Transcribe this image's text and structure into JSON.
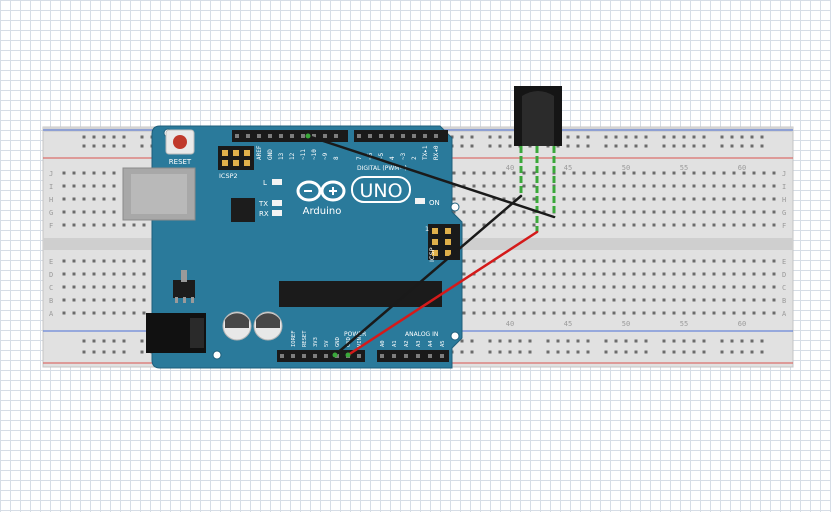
{
  "board": {
    "brand": "Arduino",
    "model": "UNO",
    "reset_label": "RESET",
    "icsp2_label": "ICSP2",
    "icsp_label": "ICSP",
    "icsp_pin1": "1",
    "led_l": "L",
    "led_tx": "TX",
    "led_rx": "RX",
    "on_label": "ON",
    "digital_label": "DIGITAL (PWM~)",
    "power_label": "POWER",
    "analog_label": "ANALOG IN",
    "digital_pins": [
      "AREF",
      "GND",
      "13",
      "12",
      "~11",
      "~10",
      "~9",
      "8",
      "7",
      "~6",
      "~5",
      "4",
      "~3",
      "2",
      "TX▸1",
      "RX◂0"
    ],
    "power_pins": [
      "IOREF",
      "RESET",
      "3V3",
      "5V",
      "GND",
      "GND",
      "VIN"
    ],
    "analog_pins": [
      "A0",
      "A1",
      "A2",
      "A3",
      "A4",
      "A5"
    ],
    "colors": {
      "board": "#2a7a9b",
      "board_dark": "#1f5f7b",
      "reset": "#c0392b"
    }
  },
  "breadboard": {
    "row_letters_top": [
      "J",
      "I",
      "H",
      "G",
      "F"
    ],
    "row_letters_bottom": [
      "E",
      "D",
      "C",
      "B",
      "A"
    ],
    "column_numbers": [
      "40",
      "45",
      "50",
      "55",
      "60"
    ],
    "colors": {
      "body": "#dcdcdc",
      "rail_red": "#d9534f",
      "rail_blue": "#4a6fd6"
    }
  },
  "ir_receiver": {
    "color": "#111111",
    "lead_color": "#3aa83a"
  },
  "wires": {
    "colors": {
      "black": "#1a1a1a",
      "red": "#d41a1a"
    }
  }
}
